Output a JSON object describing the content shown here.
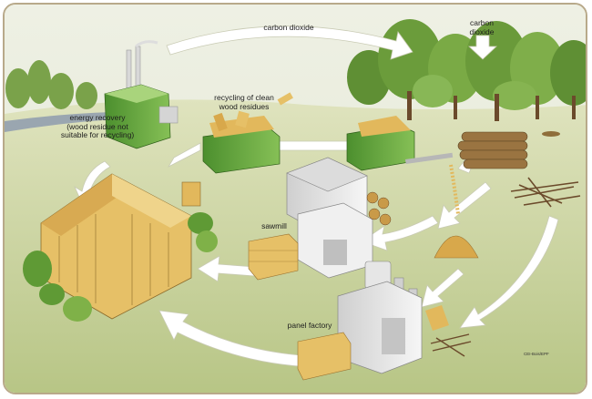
{
  "labels": {
    "co2_top": "carbon dioxide",
    "co2_right": "carbon\ndioxide",
    "recycling": "recycling of clean\nwood residues",
    "energy": "energy recovery\n(wood residue not\nsuitable for recycling)",
    "sawmill": "sawmill",
    "panel_factory": "panel factory",
    "credit": "CEI-Bois/EPF"
  },
  "colors": {
    "sky": "#e9ecde",
    "ground": "#cfd7a6",
    "forest": "#6d9a3b",
    "arrow": "#ffffff",
    "wood": "#e6c067",
    "plant_green": "#6fae44",
    "building": "#e8e8e8",
    "frame_border": "#b8a98a"
  }
}
